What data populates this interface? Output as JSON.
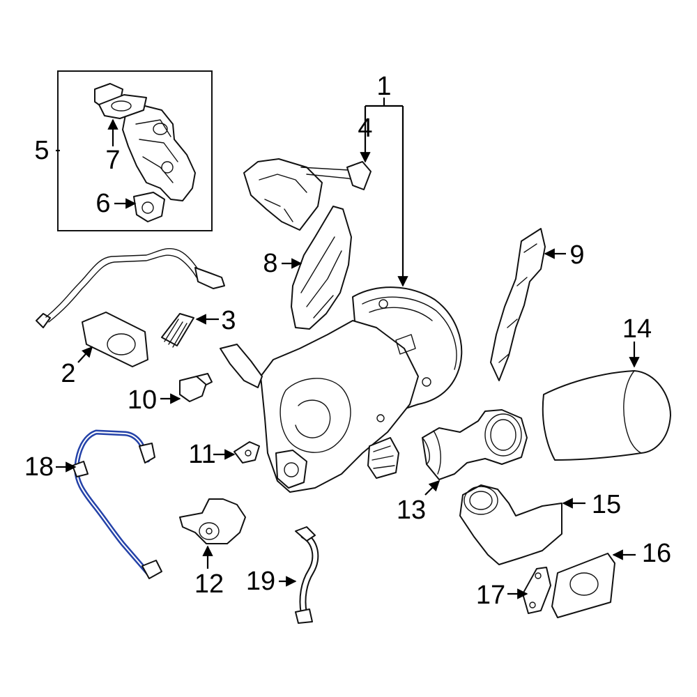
{
  "colors": {
    "highlight": "#2442a8",
    "line": "#111111",
    "background": "#ffffff"
  },
  "callouts": {
    "c1": "1",
    "c2": "2",
    "c3": "3",
    "c4": "4",
    "c5": "5",
    "c6": "6",
    "c7": "7",
    "c8": "8",
    "c9": "9",
    "c10": "10",
    "c11": "11",
    "c12": "12",
    "c13": "13",
    "c14": "14",
    "c15": "15",
    "c16": "16",
    "c17": "17",
    "c18": "18",
    "c19": "19"
  },
  "highlighted_part": "18"
}
